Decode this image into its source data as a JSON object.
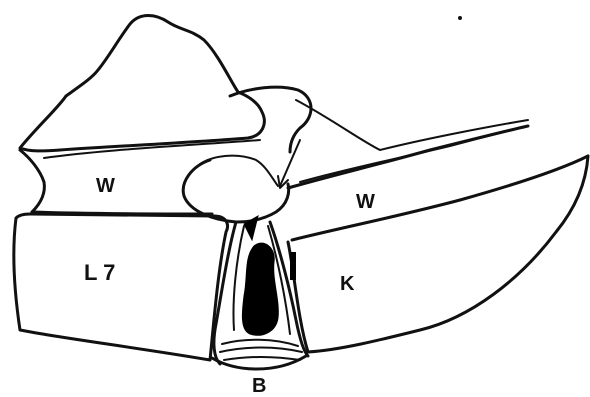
{
  "labels": {
    "w_upper": "W",
    "w_lower": "W",
    "l7": "L 7",
    "k": "K",
    "b": "B"
  },
  "colors": {
    "ink": "#111111",
    "background": "#ffffff"
  }
}
